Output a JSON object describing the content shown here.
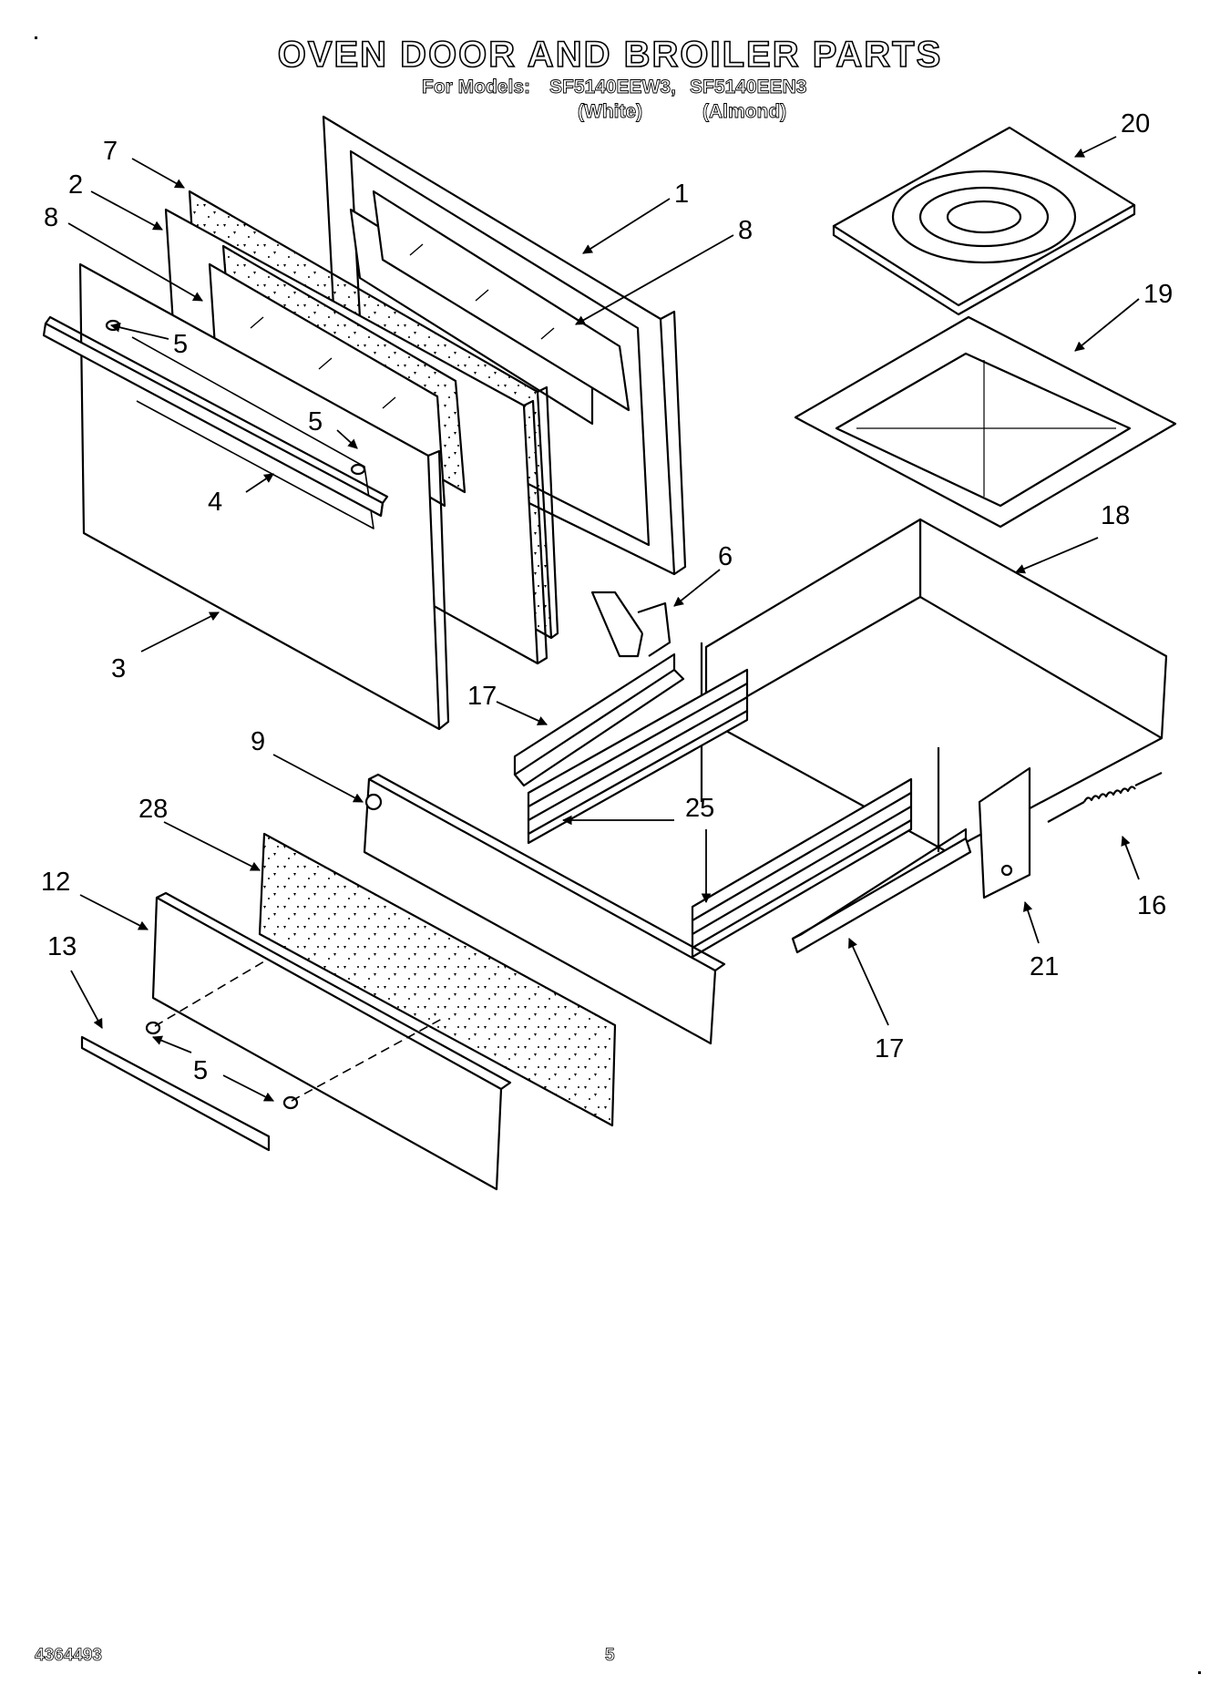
{
  "header": {
    "title": "OVEN DOOR AND BROILER PARTS",
    "models_prefix": "For Models:",
    "models": [
      "SF5140EEW3,",
      "SF5140EEN3"
    ],
    "colors": [
      "(White)",
      "(Almond)"
    ]
  },
  "callouts": {
    "c1": "1",
    "c2": "2",
    "c3": "3",
    "c4": "4",
    "c5a": "5",
    "c5b": "5",
    "c5c": "5",
    "c6": "6",
    "c7": "7",
    "c8a": "8",
    "c8b": "8",
    "c9": "9",
    "c12": "12",
    "c13": "13",
    "c16": "16",
    "c17a": "17",
    "c17b": "17",
    "c18": "18",
    "c19": "19",
    "c20": "20",
    "c21": "21",
    "c25": "25",
    "c28": "28"
  },
  "footer": {
    "doc_number": "4364493",
    "page_number": "5"
  }
}
